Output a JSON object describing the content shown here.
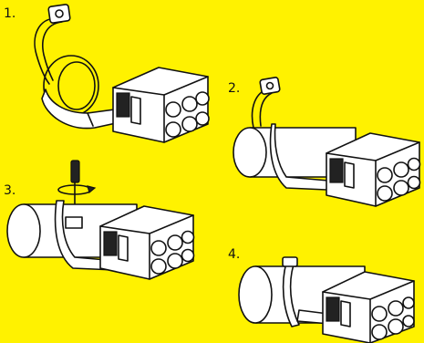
{
  "diagram": {
    "background_color": "#fff200",
    "steps": [
      {
        "number": "1.",
        "icon": "bike-light-with-mount-strap-icon"
      },
      {
        "number": "2.",
        "icon": "light-mounted-on-handlebar-icon"
      },
      {
        "number": "3.",
        "icon": "screwdriver-tightening-mount-icon"
      },
      {
        "number": "4.",
        "icon": "light-secured-on-handlebar-icon"
      }
    ]
  }
}
